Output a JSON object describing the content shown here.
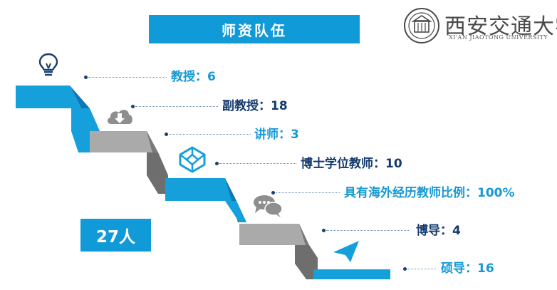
{
  "header": {
    "title": "师资队伍"
  },
  "logo": {
    "name_cn": "西安交通大学",
    "name_en": "XI'AN JIAOTONG UNIVERSITY"
  },
  "total": "27人",
  "stats": [
    {
      "label": "教授：",
      "value": "6",
      "color": "#1598d6"
    },
    {
      "label": "副教授：",
      "value": "18",
      "color": "#143a6e"
    },
    {
      "label": "讲师：",
      "value": "3",
      "color": "#1598d6"
    },
    {
      "label": "博士学位教师：",
      "value": "10",
      "color": "#143a6e"
    },
    {
      "label": "具有海外经历教师比例：",
      "value": "100%",
      "color": "#1598d6"
    },
    {
      "label": "博导：",
      "value": "4",
      "color": "#143a6e"
    },
    {
      "label": "硕导：",
      "value": "16",
      "color": "#1598d6"
    }
  ],
  "icons": [
    "lightbulb-icon",
    "cloud-download-icon",
    "codepen-cube-icon",
    "chat-bubbles-icon",
    "paper-plane-icon"
  ],
  "colors": {
    "accent": "#119ad8",
    "gray_light": "#a9a9a9",
    "gray_dark": "#6e6e6e",
    "navy": "#143a6e"
  }
}
